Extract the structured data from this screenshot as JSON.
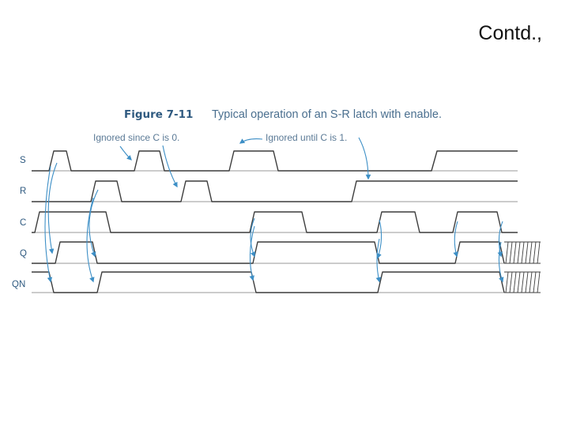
{
  "slide": {
    "title": "Contd.,"
  },
  "figure": {
    "label": "Figure 7-11",
    "caption": "Typical operation of an S-R latch with enable.",
    "annotations": [
      "Ignored since C is 0.",
      "Ignored until C is 1."
    ]
  },
  "signals": [
    "S",
    "R",
    "C",
    "Q",
    "QN"
  ],
  "colors": {
    "waveform": "#3c3c3c",
    "guide": "#9a9a9a",
    "accent": "#3d8fc6",
    "label": "#2f5a80",
    "caption": "#4a6f8f",
    "annotation": "#5b7a96"
  }
}
